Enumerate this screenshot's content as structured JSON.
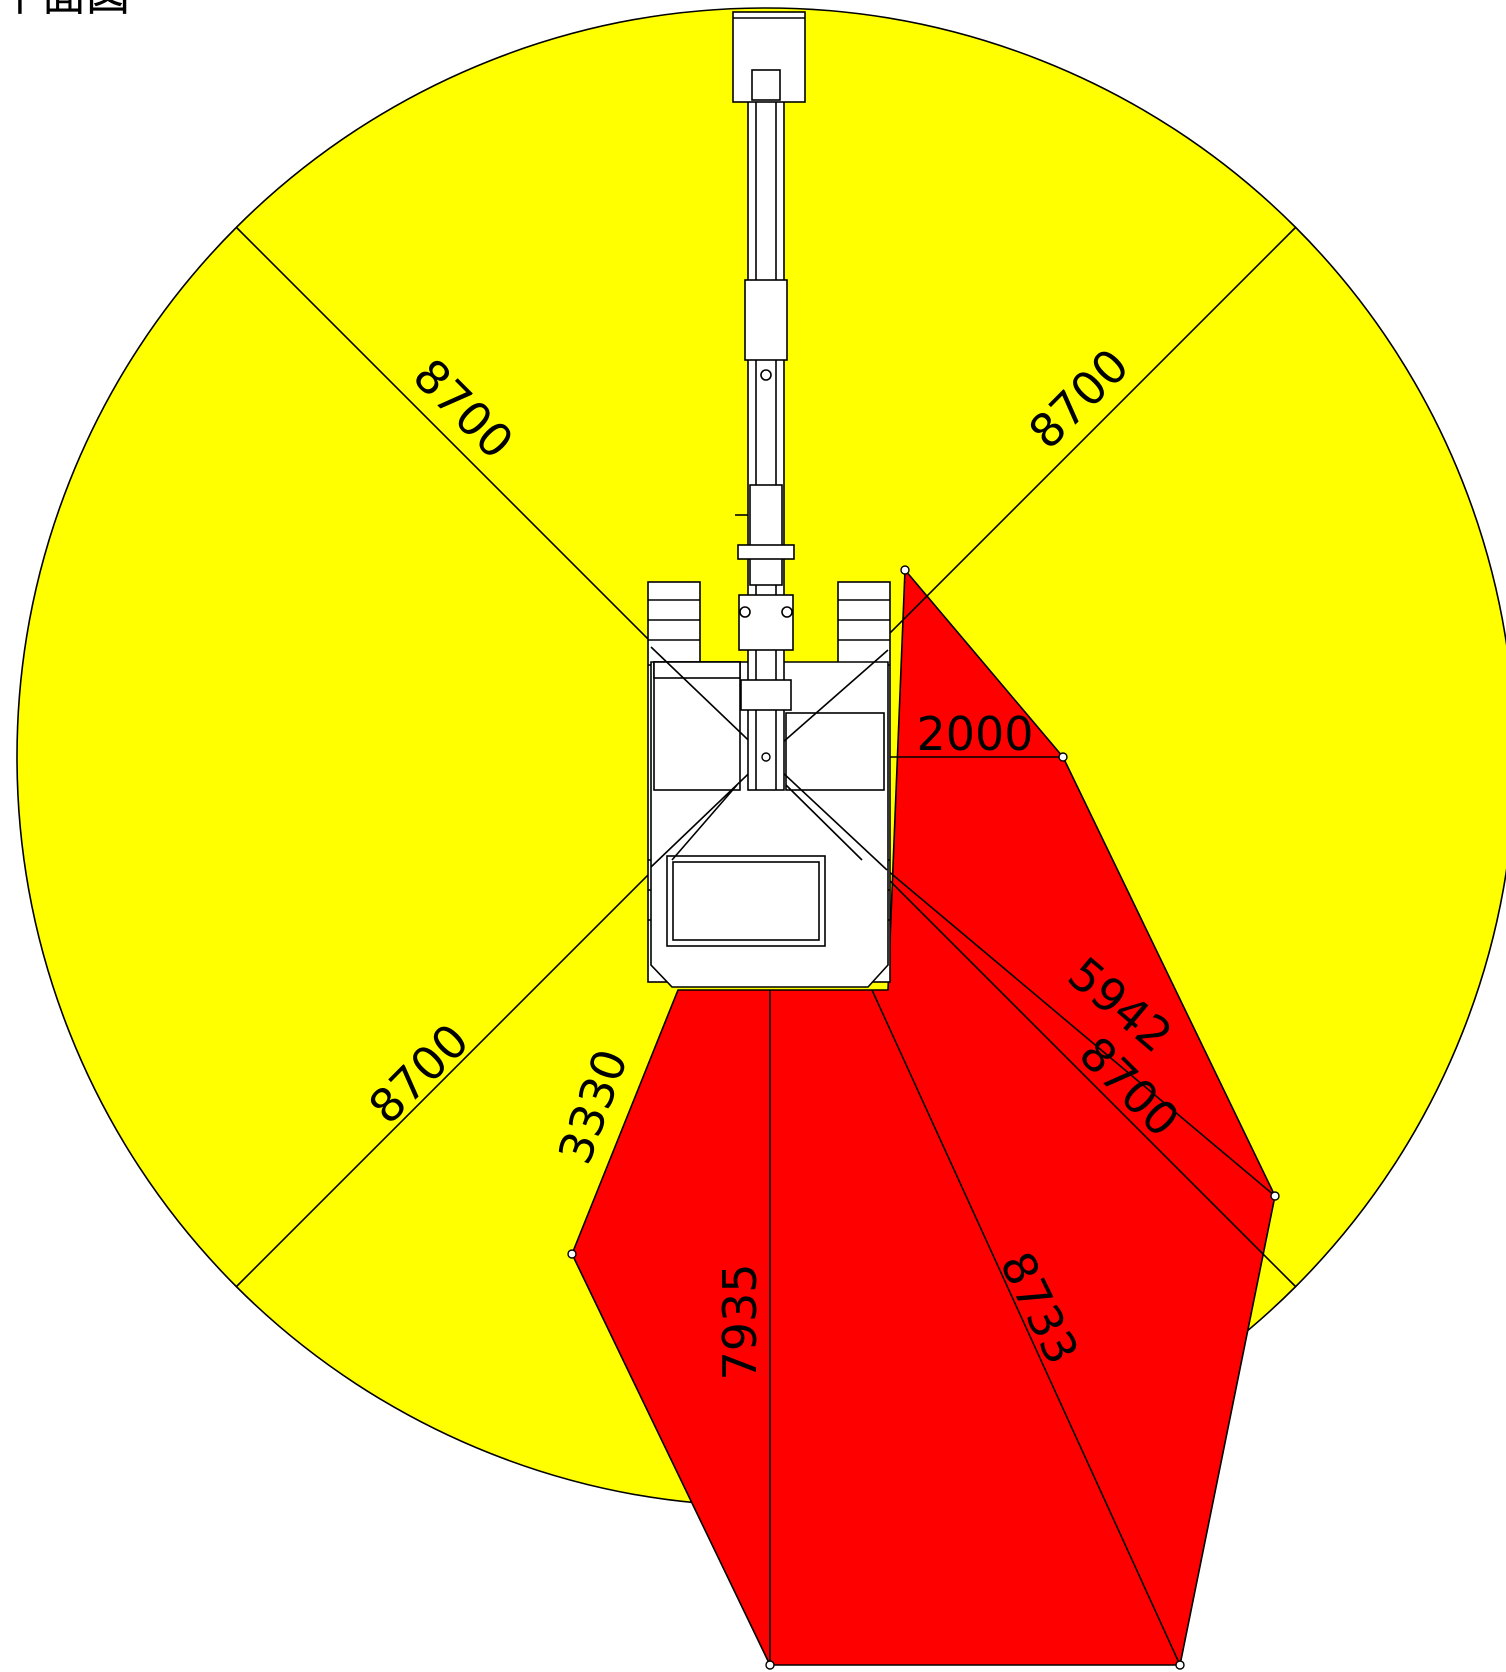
{
  "title": "平面図",
  "colors": {
    "swing_zone": "#ffff00",
    "blind_zone": "#ff0000",
    "outline": "#000000",
    "machine": "#ffffff"
  },
  "dimensions": {
    "radius_upper_left": "8700",
    "radius_upper_right": "8700",
    "radius_lower_left": "8700",
    "radius_lower_right": "8700",
    "offset_right": "2000",
    "rear_left": "3330",
    "rear_center": "7935",
    "rear_diagonal": "8733",
    "side_diagonal": "5942"
  }
}
